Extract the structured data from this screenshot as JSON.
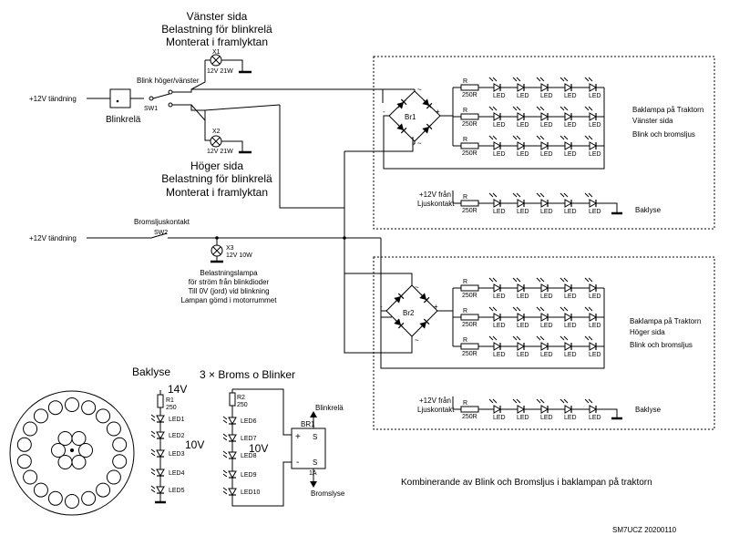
{
  "top_lamp": {
    "title1": "Vänster sida",
    "title2": "Belastning för blinkrelä",
    "title3": "Monterat i framlyktan",
    "ref": "X1",
    "rating": "12V 21W"
  },
  "bottom_lamp": {
    "title1": "Höger sida",
    "title2": "Belastning för blinkrelä",
    "title3": "Monterat i framlyktan",
    "ref": "X2",
    "rating": "12V 21W"
  },
  "supply1": "+12V tändning",
  "supply2": "+12V tändning",
  "relay_label": "Blinkrelä",
  "switch1": {
    "label": "Blink höger/vänster",
    "ref": "SW1"
  },
  "switch2": {
    "label": "Bromsljuskontakt",
    "ref": "SW2"
  },
  "lamp3": {
    "ref": "X3",
    "rating": "12V 10W",
    "desc1": "Belastningslampa",
    "desc2": "för ström från blinkdioder",
    "desc3": "Till 0V (jord) vid blinkning",
    "desc4": "Lampan gömd i motorrummet"
  },
  "bridge1": {
    "ref": "Br1",
    "ac": "~",
    "plus": "+",
    "minus": "-"
  },
  "bridge2": {
    "ref": "Br2",
    "ac": "~",
    "plus": "+",
    "minus": "-"
  },
  "resistor_value": "250R",
  "resistor_ref": "R",
  "led_label": "LED",
  "panel1": {
    "title1": "Baklampa på Traktorn",
    "title2": "Vänster sida",
    "title3": "Blink och bromsljus"
  },
  "panel2": {
    "title1": "Baklampa på Traktorn",
    "title2": "Höger sida",
    "title3": "Blink och bromsljus"
  },
  "tail_supply1": "+12V från",
  "tail_supply2": "Ljuskontakt",
  "tail_label": "Baklyse",
  "bl": {
    "title": "Baklyse",
    "voltage": "14V",
    "r_ref": "R1",
    "r_val": "250",
    "drop": "10V",
    "leds": [
      "LED1",
      "LED2",
      "LED3",
      "LED4",
      "LED5"
    ]
  },
  "bb": {
    "title": "3 × Broms o Blinker",
    "r_ref": "R2",
    "r_val": "250",
    "drop": "10V",
    "leds": [
      "LED6",
      "LED7",
      "LED8",
      "LED9",
      "LED10"
    ],
    "bridge": "BR1",
    "plus": "+",
    "minus": "-",
    "ac": "S",
    "amp": "1A",
    "out1": "Blinkrelä",
    "out2": "Bromslyse"
  },
  "caption": "Kombinerande av Blink och Bromsljus i baklampan på traktorn",
  "signature": "SM7UCZ 20200110"
}
